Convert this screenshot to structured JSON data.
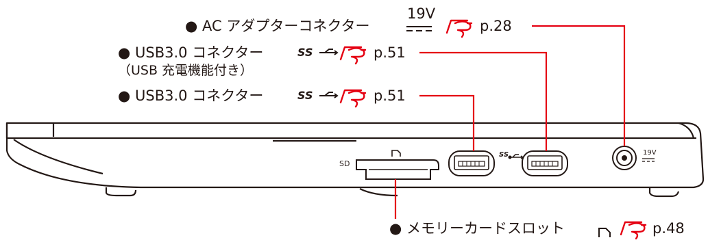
{
  "callouts": {
    "ac_adapter": {
      "bullet": "●",
      "label": "AC アダプターコネクター",
      "symbol": "19V",
      "ref_icon": "reference-hand-icon",
      "page": "p.28"
    },
    "usb_charging": {
      "bullet": "●",
      "label": "USB3.0 コネクター",
      "symbol": "SS",
      "ref_icon": "reference-hand-icon",
      "page": "p.51",
      "note": "（USB 充電機能付き）"
    },
    "usb": {
      "bullet": "●",
      "label": "USB3.0 コネクター",
      "symbol": "SS",
      "ref_icon": "reference-hand-icon",
      "page": "p.51"
    },
    "card_slot": {
      "bullet": "●",
      "label": "メモリーカードスロット",
      "ref_icon": "reference-hand-icon",
      "page": "p.48"
    }
  },
  "device": {
    "sd_label": "SD",
    "port_symbol": "SS",
    "dc_label": "19V"
  },
  "colors": {
    "leader_line": "#e50012",
    "reference_icon": "#e50012",
    "text": "#231815",
    "outline": "#231815"
  }
}
